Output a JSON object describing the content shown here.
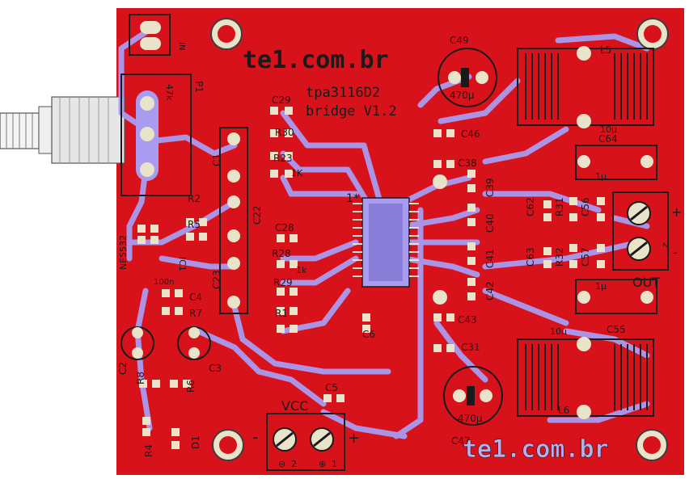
{
  "board": {
    "brand_top": "te1.com.br",
    "brand_bottom": "te1.com.br",
    "model": "tpa3116D2",
    "variant": "bridge V1.2",
    "pin1_marker": "1*",
    "vcc_label": "VCC",
    "out_label": "OUT",
    "in_label": "IN",
    "minus": "-",
    "plus": "+",
    "colors": {
      "board": "#d8121b",
      "trace": "#a99cf0",
      "pad": "#e9e3c9",
      "silk": "#1a1a1a",
      "background": "#ffffff"
    }
  },
  "parts": {
    "p1": "P1",
    "p1_value": "47k",
    "ne5532": "NE5532",
    "ic1": "IC1",
    "c1": "C1",
    "c22": "C22",
    "c23": "C23",
    "c2": "C2",
    "c3": "C3",
    "c4": "C4",
    "c5": "C5",
    "c6": "C6",
    "c28": "C28",
    "c29": "C29",
    "c31": "C31",
    "c38": "C38",
    "c39": "C39",
    "c40": "C40",
    "c41": "C41",
    "c42": "C42",
    "c43": "C43",
    "c46": "C46",
    "c47": "C47",
    "c49": "C49",
    "c55": "C55",
    "c56": "C56",
    "c57": "C57",
    "c62": "C62",
    "c63": "C63",
    "c64": "C64",
    "r1": "R1",
    "r2": "R2",
    "r4": "R4",
    "r5": "R5",
    "r6": "R6",
    "r7": "R7",
    "r8": "R8",
    "r23": "R23",
    "r28": "R28",
    "r29": "R29",
    "r30": "R30",
    "r31": "R31",
    "r32": "R32",
    "l5": "L5",
    "l6": "L6",
    "d1": "D1",
    "cap_470_top": "470µ",
    "cap_470_bottom": "470µ",
    "cap_1u_top": "1µ",
    "cap_1u_bottom": "1µ",
    "cap_10u_top": "10µ",
    "cap_10u_bottom": "10µ",
    "val_100n": "100n",
    "val_1k": "1k",
    "val_1K": "1K",
    "term_2": "2",
    "term_1": "1",
    "gnd_sym": "⊖",
    "pwr_sym": "⊕"
  }
}
